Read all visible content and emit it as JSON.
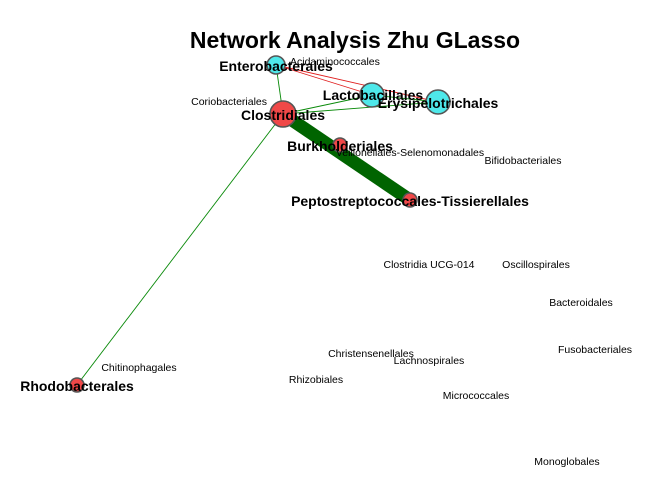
{
  "title": "Network Analysis Zhu GLasso",
  "colors": {
    "cyan_node": "#4ee8ea",
    "red_node": "#f04848",
    "node_stroke": "#555555",
    "positive_edge": "#0a8a0a",
    "negative_edge": "#e02020",
    "strong_edge": "#006400"
  },
  "nodes": [
    {
      "id": "enterobacterales",
      "label": "Enterobacterales",
      "color": "cyan",
      "size": "small",
      "emphasis": true
    },
    {
      "id": "acidaminococcales",
      "label": "Acidaminococcales",
      "color": null,
      "emphasis": false
    },
    {
      "id": "lactobacillales",
      "label": "Lactobacillales",
      "color": "cyan",
      "size": "medium",
      "emphasis": true
    },
    {
      "id": "erysipelotrichales",
      "label": "Erysipelotrichales",
      "color": "cyan",
      "size": "medium",
      "emphasis": true
    },
    {
      "id": "coriobacteriales",
      "label": "Coriobacteriales",
      "color": null,
      "emphasis": false
    },
    {
      "id": "clostridiales",
      "label": "Clostridiales",
      "color": "red",
      "size": "large",
      "emphasis": true
    },
    {
      "id": "burkholderiales",
      "label": "Burkholderiales",
      "color": "red",
      "size": "small",
      "emphasis": true
    },
    {
      "id": "veillonellales",
      "label": "Veillonellales-Selenomonadales",
      "color": null,
      "emphasis": false
    },
    {
      "id": "bifidobacteriales",
      "label": "Bifidobacteriales",
      "color": null,
      "emphasis": false
    },
    {
      "id": "peptostreptococcales",
      "label": "Peptostreptococcales-Tissierellales",
      "color": "red",
      "size": "small",
      "emphasis": true
    },
    {
      "id": "clostridia_ucg014",
      "label": "Clostridia UCG-014",
      "color": null,
      "emphasis": false
    },
    {
      "id": "oscillospirales",
      "label": "Oscillospirales",
      "color": null,
      "emphasis": false
    },
    {
      "id": "bacteroidales",
      "label": "Bacteroidales",
      "color": null,
      "emphasis": false
    },
    {
      "id": "christensenellales",
      "label": "Christensenellales",
      "color": null,
      "emphasis": false
    },
    {
      "id": "fusobacteriales",
      "label": "Fusobacteriales",
      "color": null,
      "emphasis": false
    },
    {
      "id": "lachnospirales",
      "label": "Lachnospirales",
      "color": null,
      "emphasis": false
    },
    {
      "id": "chitinophagales",
      "label": "Chitinophagales",
      "color": null,
      "emphasis": false
    },
    {
      "id": "rhodobacterales",
      "label": "Rhodobacterales",
      "color": "red",
      "size": "small",
      "emphasis": true
    },
    {
      "id": "rhizobiales",
      "label": "Rhizobiales",
      "color": null,
      "emphasis": false
    },
    {
      "id": "micrococcales",
      "label": "Micrococcales",
      "color": null,
      "emphasis": false
    },
    {
      "id": "monoglobales",
      "label": "Monoglobales",
      "color": null,
      "emphasis": false
    }
  ],
  "edges": [
    {
      "source": "enterobacterales",
      "target": "lactobacillales",
      "sign": "negative",
      "weight": "thin"
    },
    {
      "source": "enterobacterales",
      "target": "erysipelotrichales",
      "sign": "negative",
      "weight": "thin"
    },
    {
      "source": "enterobacterales",
      "target": "clostridiales",
      "sign": "positive",
      "weight": "thin"
    },
    {
      "source": "lactobacillales",
      "target": "erysipelotrichales",
      "sign": "positive",
      "weight": "thin"
    },
    {
      "source": "clostridiales",
      "target": "lactobacillales",
      "sign": "positive",
      "weight": "thin"
    },
    {
      "source": "clostridiales",
      "target": "erysipelotrichales",
      "sign": "positive",
      "weight": "thin"
    },
    {
      "source": "clostridiales",
      "target": "peptostreptococcales",
      "sign": "positive",
      "weight": "thick"
    },
    {
      "source": "clostridiales",
      "target": "rhodobacterales",
      "sign": "positive",
      "weight": "thin"
    }
  ]
}
